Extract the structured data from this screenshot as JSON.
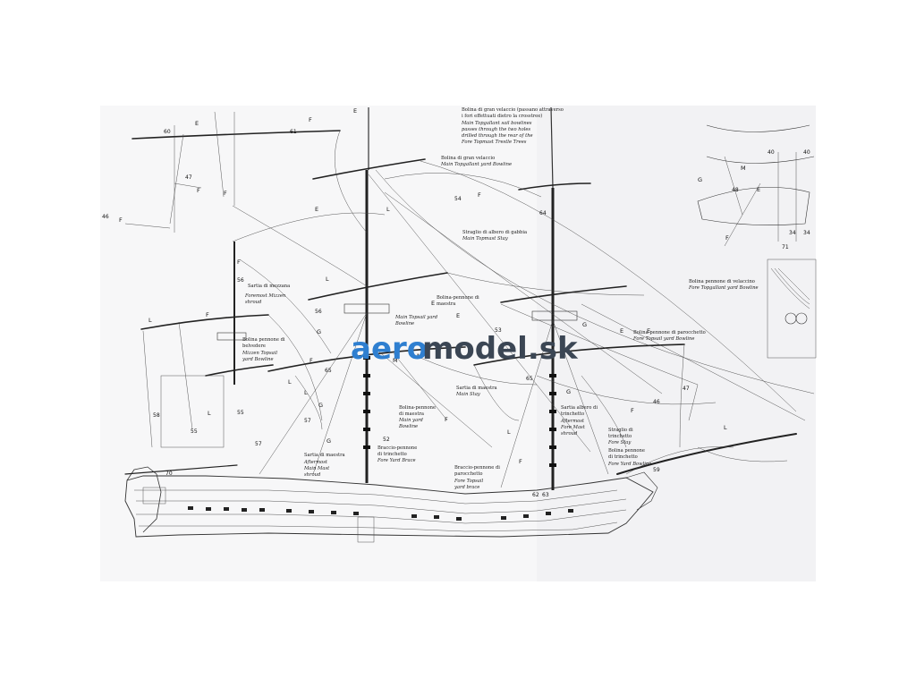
{
  "watermark": {
    "part_a": "aero",
    "part_b": "model.sk",
    "color_a": "#2f7fd0",
    "color_b": "#3b4654"
  },
  "labels": {
    "l_bolina_gran_velaccio_top": {
      "it": "Bolina di gran velaccio (passano attraverso",
      "it2": "i fori effettuati dietro la crosstree)",
      "en": "Main Topgallant sail bowlines",
      "en2": "passes through the two holes",
      "en3": "drilled through the rear of the",
      "en4": "Fore Topmast Trestle Trees"
    },
    "l_bolina_gran_velaccio": {
      "it": "Bolina di gran velaccio",
      "en": "Main Topgallant yard Bowline"
    },
    "l_straglio_gabbia": {
      "it": "Straglio di albero di gabbia",
      "en": "Main Topmast Stay"
    },
    "l_sartia_mezzana": {
      "it": "Sartia di mezzana",
      "en": "Foremost Mizzen",
      "en2": "shroud"
    },
    "l_bolina_pennone_maestra": {
      "it": "Bolina-pennone di",
      "it2": "maestra",
      "en": "Main Topsail yard",
      "en2": "Bowline"
    },
    "l_bolina_belvedere": {
      "it": "Bolina pennone di",
      "it2": "belvedere",
      "en": "Mizzen Topsail",
      "en2": "yard Bowline"
    },
    "l_bolina_velaccino": {
      "it": "Bolina pennone di velaccino",
      "en": "Fore Topgallant yard Bowline"
    },
    "l_bolina_parrocchetto": {
      "it": "Bolina pennone di parocchetto",
      "en": "Fore Topsail yard Bowline"
    },
    "l_sartia_maestra_1": {
      "it": "Sartia di maestra",
      "en": "Main Stay"
    },
    "l_bolina_maestra": {
      "it": "Bolina-pennone",
      "it2": "di maestra",
      "en": "Main yard",
      "en2": "Bowline"
    },
    "l_sartia_trinchetto": {
      "it": "Sartia albero di",
      "it2": "trinchetto",
      "en": "Aftermost",
      "en2": "Fore Mast",
      "en3": "shroud"
    },
    "l_straglio_trinchetto": {
      "it": "Straglio di",
      "it2": "trinchetto",
      "en": "Fore Stay"
    },
    "l_bolina_trinchetto": {
      "it": "Bolina pennone",
      "it2": "di trinchetto",
      "en": "Fore Yard Bowline"
    },
    "l_braccio_trinchetto": {
      "it": "Braccio-pennone",
      "it2": "di trinchetto",
      "en": "Fore Yard Brace"
    },
    "l_braccio_parrocchetto": {
      "it": "Braccio-pennone di",
      "it2": "parocchetto",
      "en": "Fore Topsail",
      "en2": "yard brace"
    },
    "l_sartia_maestra_2": {
      "it": "Sartia di maestra",
      "en": "Aftermost",
      "en2": "Main Mast",
      "en3": "shroud"
    }
  },
  "numbers": {
    "n46": "46",
    "n47a": "47",
    "n60": "60",
    "n61": "61",
    "n56a": "56",
    "n56b": "56",
    "n54": "54",
    "n64": "64",
    "n53": "53",
    "n58": "58",
    "n55a": "55",
    "n55b": "55",
    "n57a": "57",
    "n57b": "57",
    "n65a": "65",
    "n65b": "65",
    "n52": "52",
    "n70": "70",
    "n47b": "47",
    "n59": "59",
    "n62": "62",
    "n63": "63",
    "n40a": "40",
    "n40b": "40",
    "n34a": "34",
    "n34b": "34",
    "n71": "71",
    "n48": "48",
    "n46b": "46"
  },
  "letters": {
    "E": "E",
    "F": "F",
    "G": "G",
    "L": "L",
    "M": "M"
  }
}
